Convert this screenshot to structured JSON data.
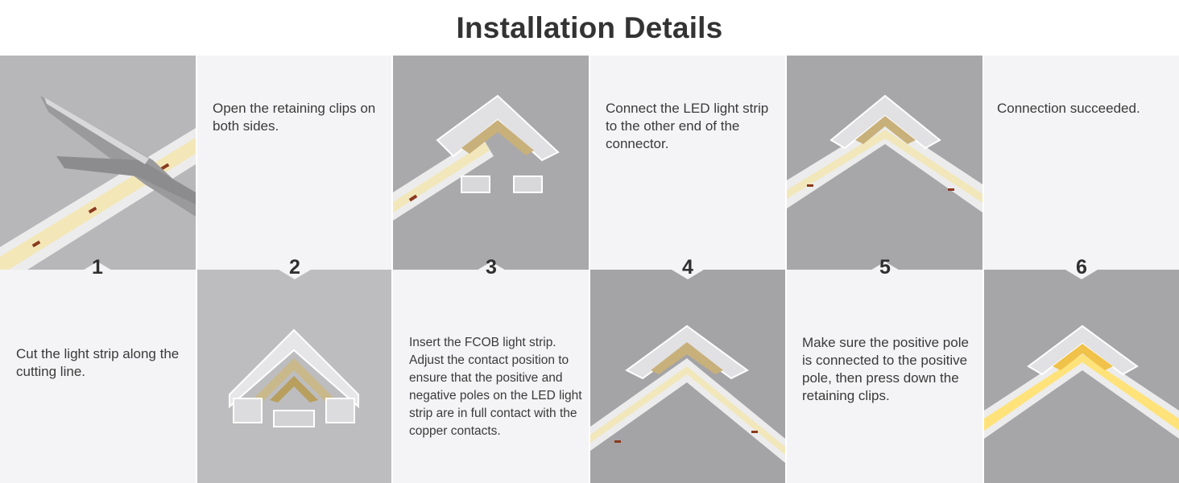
{
  "title": "Installation Details",
  "steps": [
    {
      "number": "1",
      "text": "Cut the light strip along the cutting line."
    },
    {
      "number": "2",
      "text": "Open the retaining clips on both sides."
    },
    {
      "number": "3",
      "text": "Insert the FCOB  light strip. Adjust the contact position to ensure that the positive and negative poles on the LED light strip are in full contact with the copper contacts."
    },
    {
      "number": "4",
      "text": "Connect the LED light strip to the other end of the connector."
    },
    {
      "number": "5",
      "text": "Make sure the positive pole is connected to the positive pole, then press down the retaining clips."
    },
    {
      "number": "6",
      "text": "Connection succeeded."
    }
  ],
  "colors": {
    "panel": "#f4f4f6",
    "photo_bg": "#a8a8ab",
    "strip": "#f6f0cf",
    "strip_glow": "#ffe27a",
    "copper": "#8a3a1e"
  },
  "icons": [
    "scissors-icon",
    "connector-icon",
    "led-strip-icon"
  ]
}
